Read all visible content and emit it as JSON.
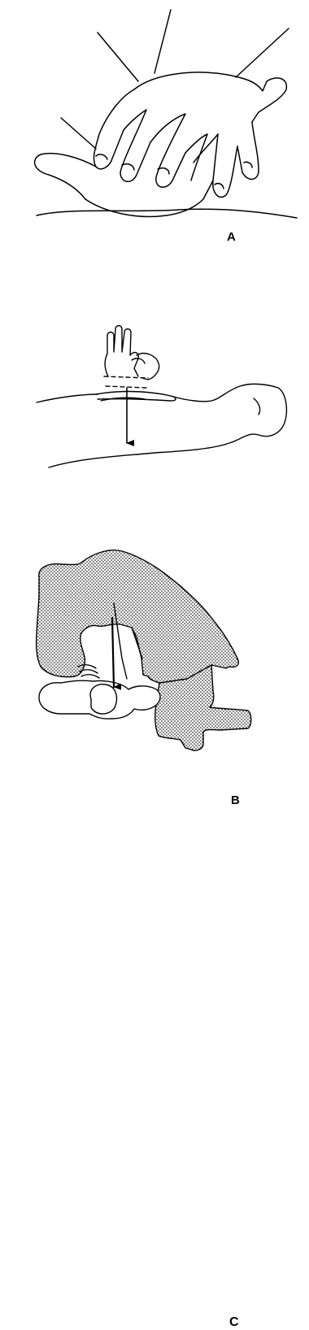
{
  "panels": [
    {
      "id": "A",
      "label": "A"
    },
    {
      "id": "B",
      "label": "B"
    },
    {
      "id": "C",
      "label": "C"
    }
  ],
  "colors": {
    "line": "#000000",
    "background": "#ffffff",
    "stipple": "#000000"
  },
  "icons": {
    "panel_a": "overlapping-hands-icon",
    "panel_b": "patient-with-hands-icon",
    "panel_c": "rescuer-compression-icon"
  }
}
